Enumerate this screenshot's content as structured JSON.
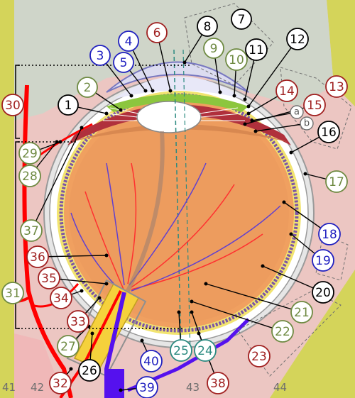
{
  "colors": {
    "skin_yellow": "#d4d45a",
    "orbit_bg": "#ecc6c2",
    "chamber_bg": "#cfd5c9",
    "eyeball_fill": "#ed9c5e",
    "sclera": "#ffffff",
    "choroid": "#f2e470",
    "retina_band": "#7c55a5",
    "artery": "#ff0000",
    "vein": "#5511ee",
    "optic_nerve": "#f5d13c",
    "cornea": "#dcdcf0",
    "iris": "#8cc63e",
    "ciliary": "#b0303c",
    "lens": "#ffffff",
    "label_black": "#000000",
    "label_red": "#a02020",
    "label_blue": "#2020c0",
    "label_green": "#6e8a42",
    "label_teal": "#2b8a80"
  },
  "labels": [
    {
      "n": "1",
      "border": "black"
    },
    {
      "n": "2",
      "border": "green"
    },
    {
      "n": "3",
      "border": "blue"
    },
    {
      "n": "4",
      "border": "blue"
    },
    {
      "n": "5",
      "border": "blue"
    },
    {
      "n": "6",
      "border": "red"
    },
    {
      "n": "7",
      "border": "black"
    },
    {
      "n": "8",
      "border": "black"
    },
    {
      "n": "9",
      "border": "green"
    },
    {
      "n": "10",
      "border": "green"
    },
    {
      "n": "11",
      "border": "black"
    },
    {
      "n": "12",
      "border": "black"
    },
    {
      "n": "13",
      "border": "red"
    },
    {
      "n": "14",
      "border": "red"
    },
    {
      "n": "15",
      "border": "red"
    },
    {
      "n": "16",
      "border": "black"
    },
    {
      "n": "17",
      "border": "green"
    },
    {
      "n": "18",
      "border": "blue"
    },
    {
      "n": "19",
      "border": "blue"
    },
    {
      "n": "20",
      "border": "black"
    },
    {
      "n": "21",
      "border": "green"
    },
    {
      "n": "22",
      "border": "green"
    },
    {
      "n": "23",
      "border": "red"
    },
    {
      "n": "24",
      "border": "teal"
    },
    {
      "n": "25",
      "border": "teal"
    },
    {
      "n": "26",
      "border": "black"
    },
    {
      "n": "27",
      "border": "green"
    },
    {
      "n": "28",
      "border": "green"
    },
    {
      "n": "29",
      "border": "green"
    },
    {
      "n": "30",
      "border": "red"
    },
    {
      "n": "31",
      "border": "green"
    },
    {
      "n": "32",
      "border": "red"
    },
    {
      "n": "33",
      "border": "red"
    },
    {
      "n": "34",
      "border": "red"
    },
    {
      "n": "35",
      "border": "red"
    },
    {
      "n": "36",
      "border": "red"
    },
    {
      "n": "37",
      "border": "green"
    },
    {
      "n": "38",
      "border": "red"
    },
    {
      "n": "39",
      "border": "blue"
    },
    {
      "n": "40",
      "border": "blue"
    }
  ],
  "sublabels": [
    "a",
    "b"
  ],
  "zones": [
    "41",
    "42",
    "43",
    "44"
  ]
}
